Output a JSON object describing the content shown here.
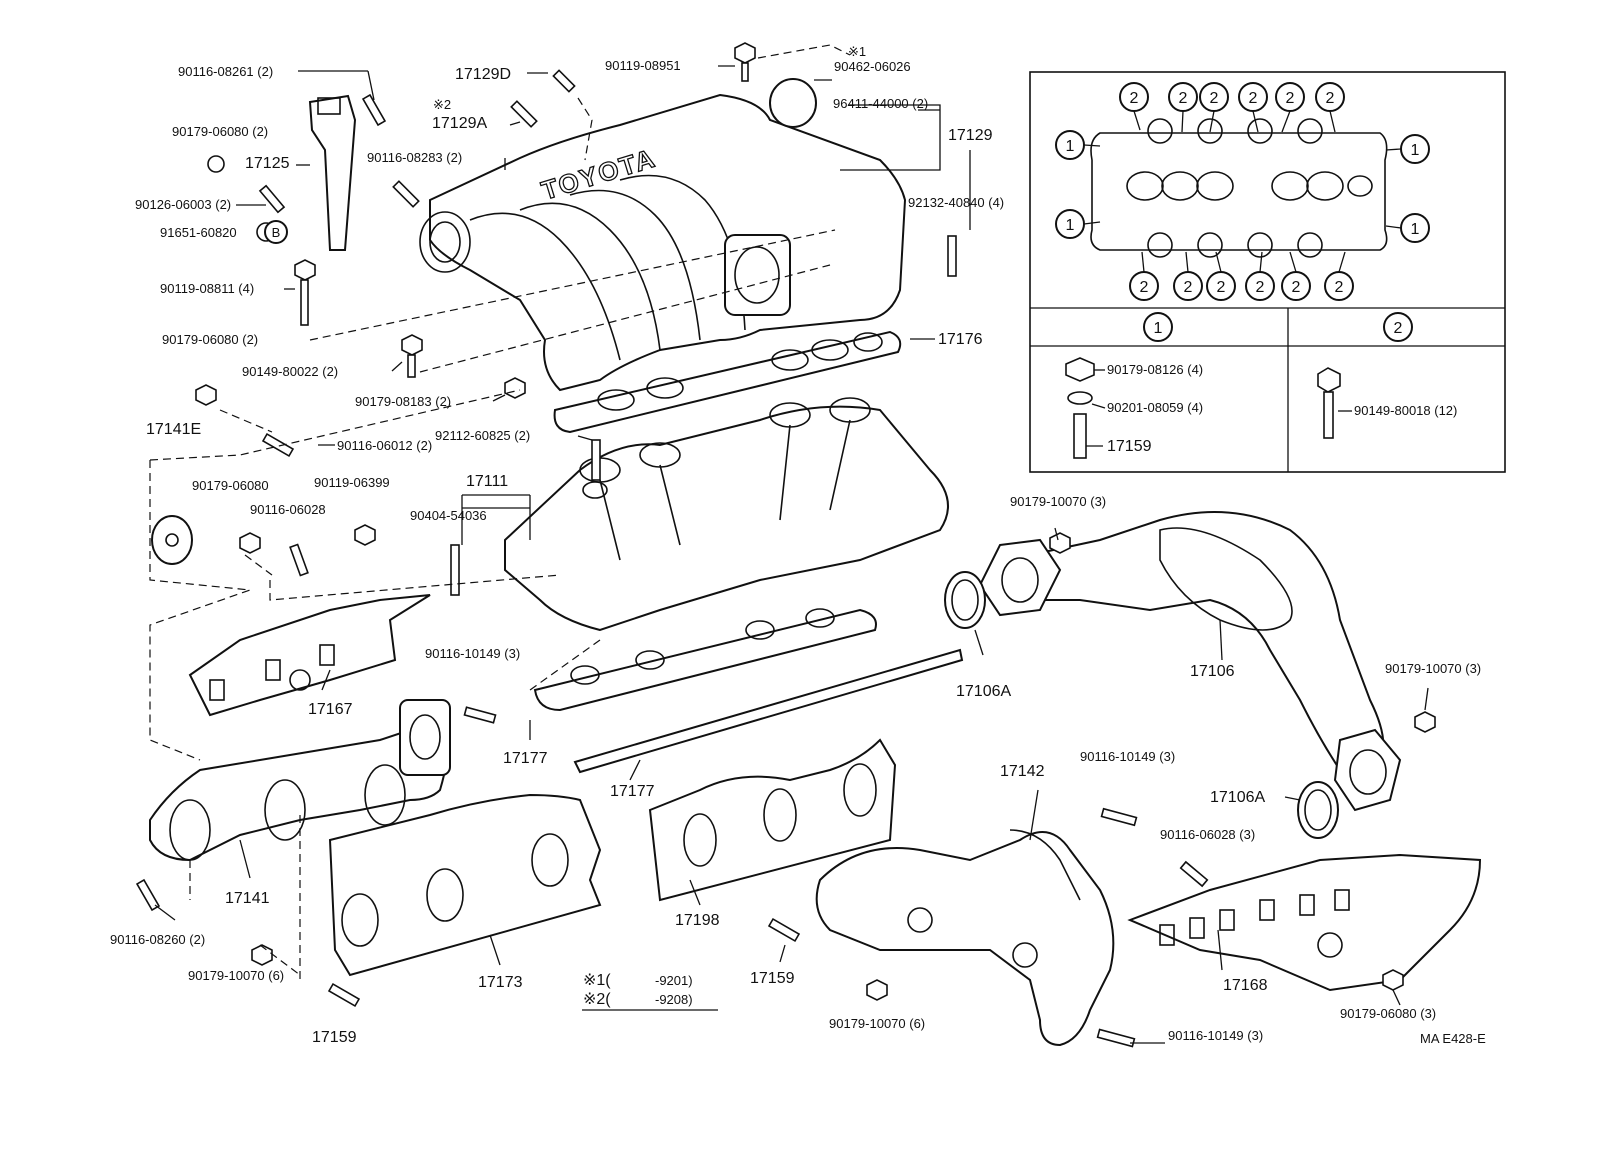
{
  "labels": {
    "p90116_08261": "90116-08261 (2)",
    "p90179_06080_a": "90179-06080 (2)",
    "p17125": "17125",
    "p90126_06003": "90126-06003 (2)",
    "p91651_60820": "91651-60820",
    "p90119_08811": "90119-08811 (4)",
    "p90179_06080_b": "90179-06080 (2)",
    "p90149_80022": "90149-80022 (2)",
    "p90179_08183": "90179-08183 (2)",
    "p17141E": "17141E",
    "p90116_06012": "90116-06012 (2)",
    "p90179_06080_c": "90179-06080",
    "p90119_06399": "90119-06399",
    "p90116_06028_a": "90116-06028",
    "p17111": "17111",
    "p90404_54036": "90404-54036",
    "p92112_60825": "92112-60825 (2)",
    "p17129D": "17129D",
    "p17129A_mark": "※2",
    "p17129A": "17129A",
    "p90116_08283": "90116-08283 (2)",
    "p90119_08951": "90119-08951",
    "p90462_mark": "※1",
    "p90462_06026": "90462-06026",
    "p96411_44000": "96411-44000 (2)",
    "p17129": "17129",
    "p92132_40840": "92132-40840 (4)",
    "p17176": "17176",
    "p17167": "17167",
    "p90116_10149_a": "90116-10149 (3)",
    "p17177_a": "17177",
    "p17177_b": "17177",
    "p17141": "17141",
    "p90116_08260": "90116-08260 (2)",
    "p90179_10070_a": "90179-10070 (6)",
    "p17159_a": "17159",
    "p17173": "17173",
    "p17198": "17198",
    "p17159_b": "17159",
    "p90179_10070_b": "90179-10070 (6)",
    "p17142": "17142",
    "p90116_10149_b": "90116-10149 (3)",
    "p90116_06028_b": "90116-06028 (3)",
    "p17168": "17168",
    "p90116_10149_c": "90116-10149 (3)",
    "p90179_06080_d": "90179-06080 (3)",
    "p90179_10070_c": "90179-10070 (3)",
    "p17106A_a": "17106A",
    "p17106": "17106",
    "p90179_10070_d": "90179-10070 (3)",
    "p17106A_b": "17106A",
    "p90179_08126": "90179-08126 (4)",
    "p90201_08059": "90201-08059 (4)",
    "p17159_c": "17159",
    "p90149_80018": "90149-80018 (12)",
    "code": "MA E428-E",
    "footnote1_mark": "※1(",
    "footnote1_val": "-9201)",
    "footnote2_mark": "※2(",
    "footnote2_val": "-9208)",
    "circle_b": "B",
    "circle_1": "1",
    "circle_2": "2",
    "header_1": "1",
    "header_2": "2"
  }
}
